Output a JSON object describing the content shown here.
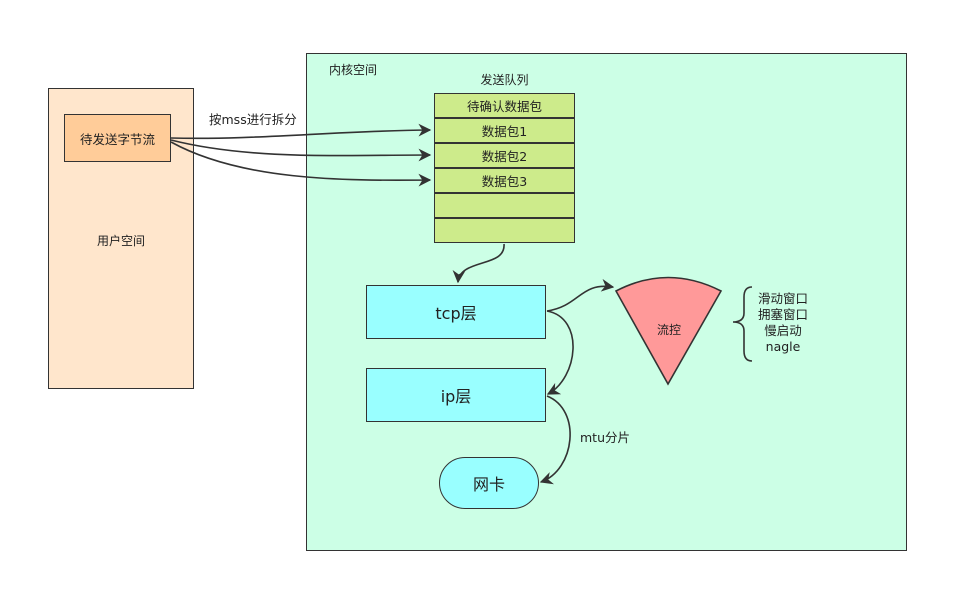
{
  "user_space": {
    "label": "用户空间",
    "byte_stream": "待发送字节流"
  },
  "kernel_space": {
    "label": "内核空间",
    "send_queue": {
      "title": "发送队列",
      "cells": [
        "待确认数据包",
        "数据包1",
        "数据包2",
        "数据包3",
        "",
        ""
      ]
    },
    "tcp_layer": "tcp层",
    "ip_layer": "ip层",
    "nic": "网卡",
    "flow_control": {
      "label": "流控",
      "mechanisms": [
        "滑动窗口",
        "拥塞窗口",
        "慢启动",
        "nagle"
      ]
    }
  },
  "edge_labels": {
    "mss_split": "按mss进行拆分",
    "mtu_fragment": "mtu分片"
  },
  "colors": {
    "user_space": "#ffe6cc",
    "byte_stream": "#ffcc99",
    "kernel_space": "#ccffe6",
    "queue_cell": "#cdeb8b",
    "layer": "#99ffff",
    "flow_control": "#ff9999",
    "stroke": "#333333"
  }
}
